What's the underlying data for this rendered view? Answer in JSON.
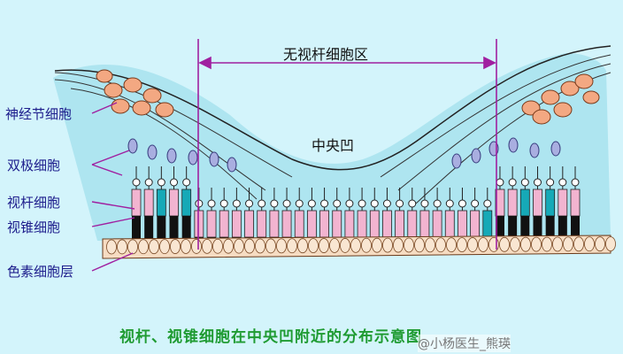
{
  "diagram": {
    "title": "无视杆细胞区",
    "fovea": "中央凹",
    "caption": "视杆、视锥细胞在中央凹附近的分布示意图",
    "watermark": "@小杨医生_熊瑛",
    "labels": [
      "神经节细胞",
      "双极细胞",
      "视杆细胞",
      "视锥细胞",
      "色素细胞层"
    ]
  },
  "colors": {
    "background": "#d3f4fb",
    "ganglion": "#f3a882",
    "bipolar": "#a9aee0",
    "rod": "#f2b4d0",
    "cone": "#16a9b7",
    "pigment": "#f6dcc2",
    "arrow": "#a020a0",
    "caption": "#1f9b32",
    "label_text": "#1d1d8c"
  },
  "photoreceptors": [
    "rod",
    "rod",
    "cone",
    "rod",
    "cone",
    "rod",
    "rod",
    "rod",
    "rod",
    "rod",
    "rod",
    "rod",
    "rod",
    "rod",
    "rod",
    "rod",
    "rod",
    "rod",
    "rod",
    "rod",
    "rod",
    "rod",
    "rod",
    "rod",
    "rod",
    "rod",
    "rod",
    "rod",
    "cone",
    "rod",
    "rod",
    "cone",
    "rod",
    "cone",
    "rod",
    "rod"
  ]
}
